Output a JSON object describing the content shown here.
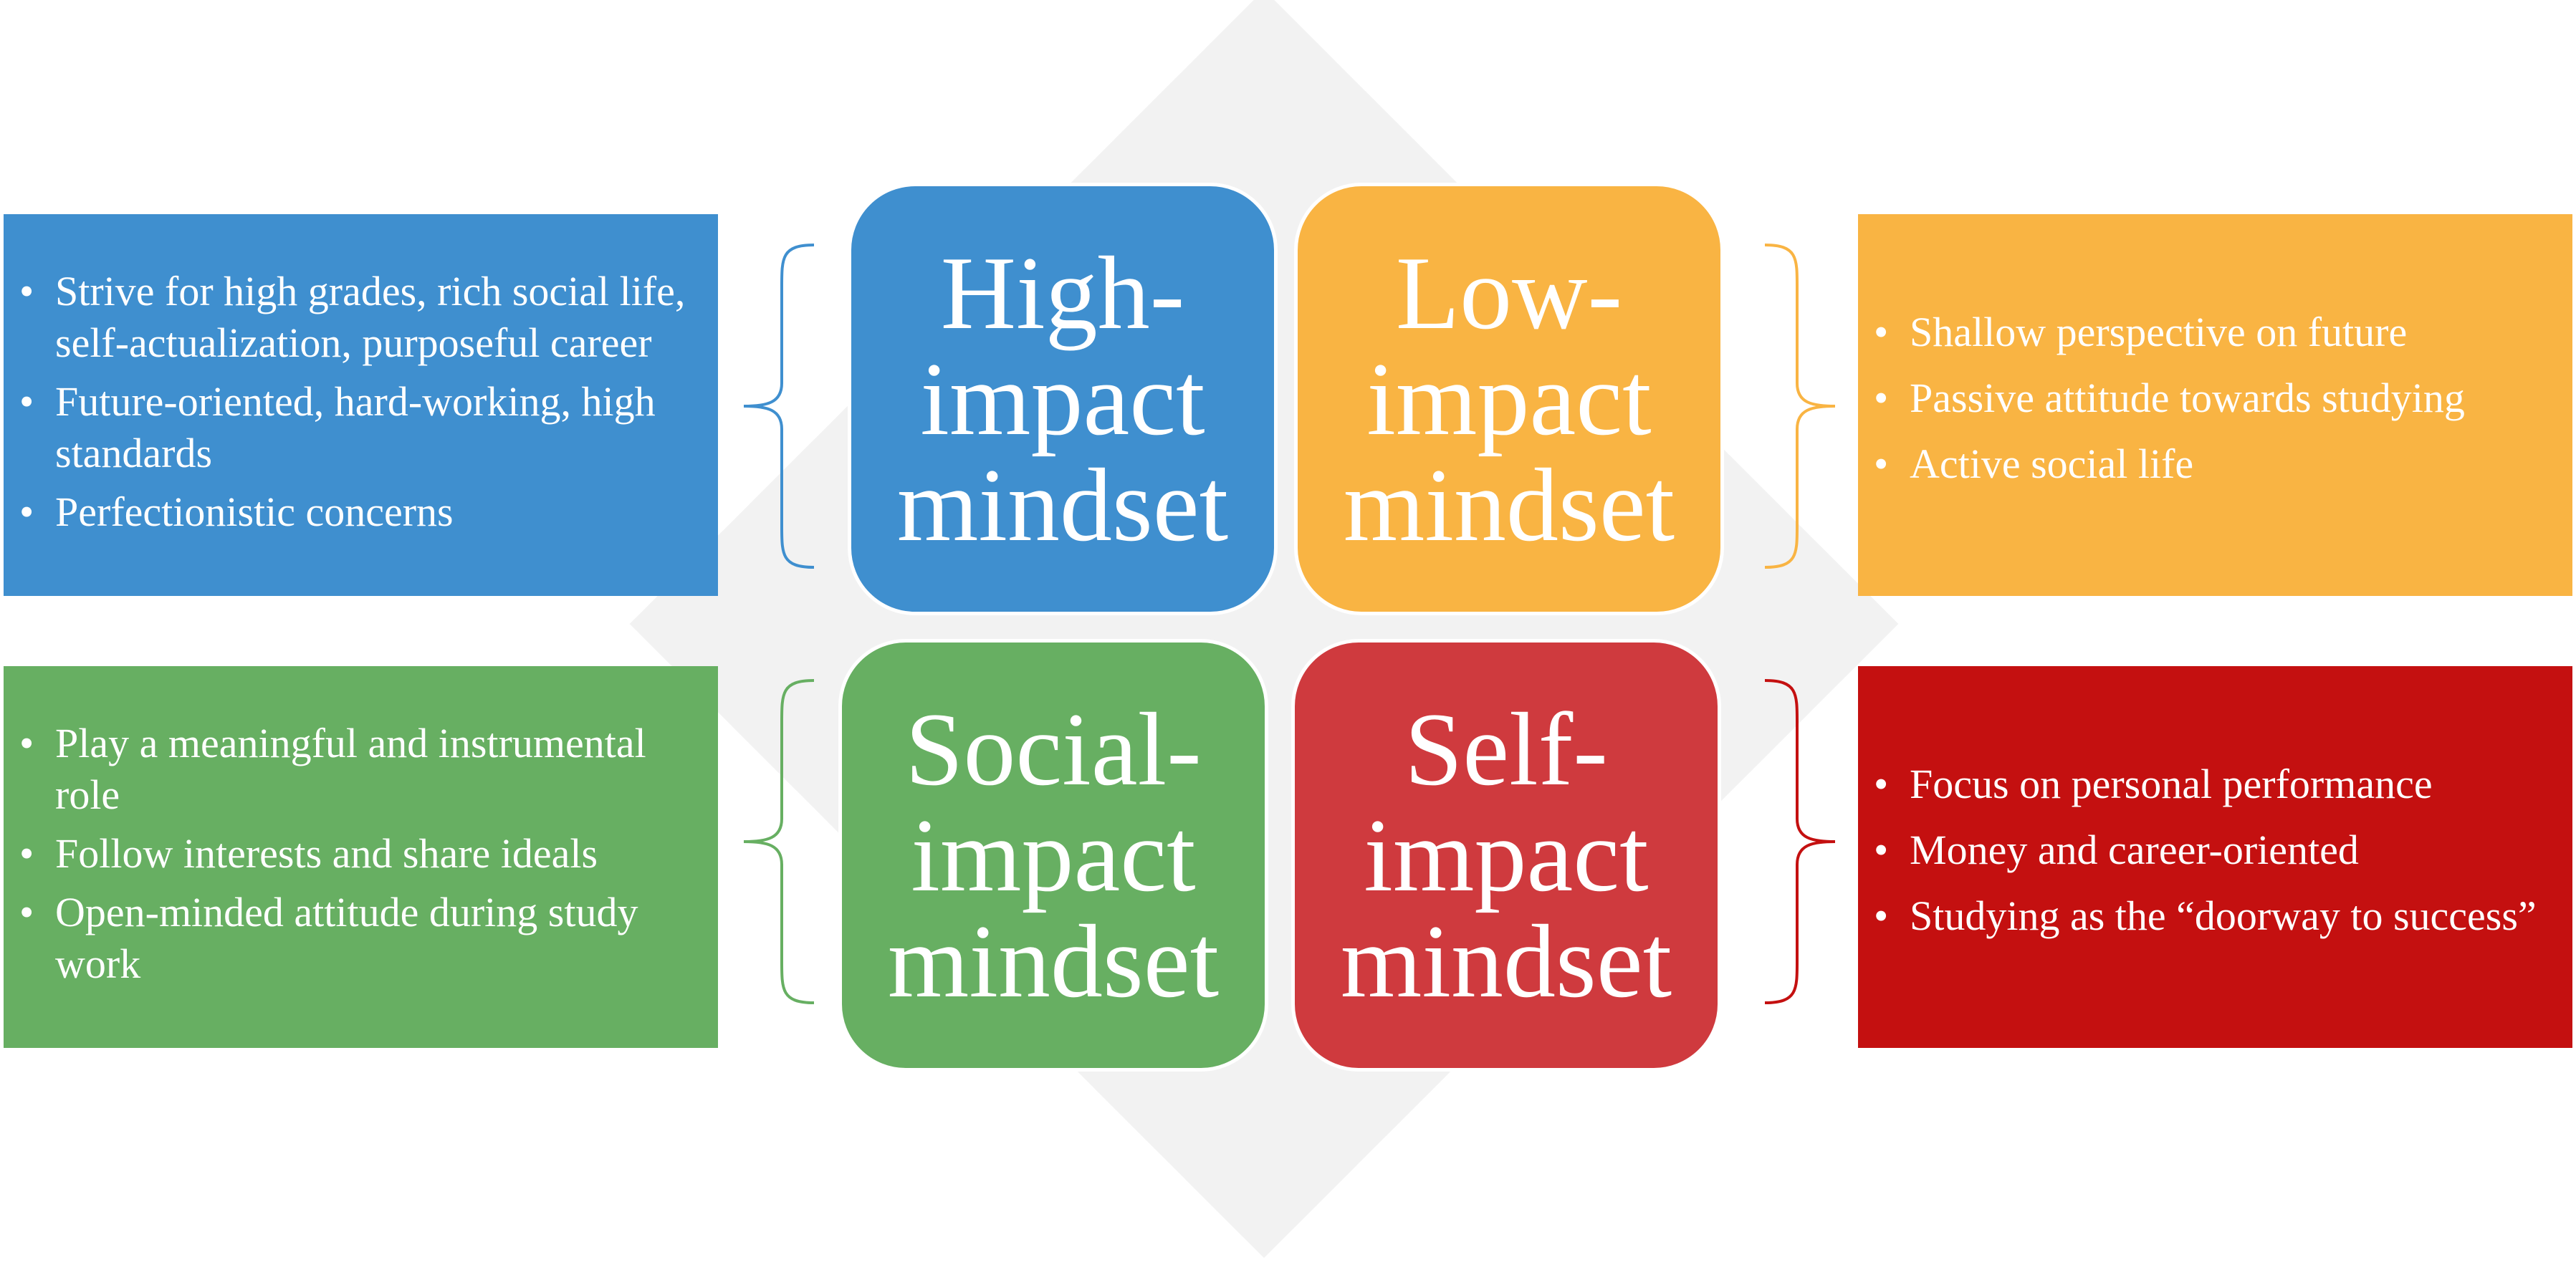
{
  "colors": {
    "high": "#3f8fcf",
    "low": "#f9b443",
    "social": "#67af62",
    "self_tile": "#cf3a3e",
    "self_box": "#c41010",
    "background_diamond": "#f2f2f2"
  },
  "tiles": {
    "high": {
      "line1": "High-",
      "line2": "impact",
      "line3": "mindset"
    },
    "low": {
      "line1": "Low-",
      "line2": "impact",
      "line3": "mindset"
    },
    "social": {
      "line1": "Social-",
      "line2": "impact",
      "line3": "mindset"
    },
    "self": {
      "line1": "Self-",
      "line2": "impact",
      "line3": "mindset"
    }
  },
  "boxes": {
    "high": {
      "items": [
        "Strive for high grades, rich social life, self-actualization, purposeful career",
        "Future-oriented, hard-working, high standards",
        "Perfectionistic concerns"
      ]
    },
    "low": {
      "items": [
        "Shallow perspective on future",
        "Passive attitude towards studying",
        "Active social life"
      ]
    },
    "social": {
      "items": [
        "Play a meaningful and instrumental role",
        "Follow interests and share ideals",
        "Open-minded attitude during study work"
      ]
    },
    "self": {
      "items": [
        "Focus on personal performance",
        "Money and career-oriented",
        "Studying as the “doorway to success”"
      ]
    }
  }
}
